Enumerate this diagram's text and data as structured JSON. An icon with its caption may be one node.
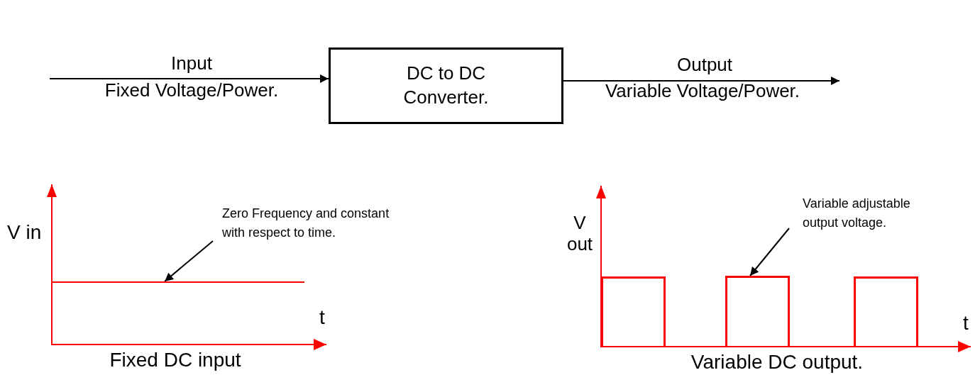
{
  "diagram": {
    "nodes": [
      {
        "text": [
          "DC to DC Converter."
        ]
      },
      {
        "text": [
          "Zero Frequency and constant with respect to time."
        ]
      },
      {
        "text": [],
        "shape": "line"
      },
      {
        "text": [
          "Variable adjustable output voltage."
        ]
      },
      {
        "text": [],
        "shape": "box"
      },
      {
        "text": [],
        "shape": "box"
      },
      {
        "text": [],
        "shape": "box"
      }
    ],
    "edges": [
      {
        "from": null,
        "to": 0,
        "arrow": "to"
      },
      {
        "from": 0,
        "to": null,
        "arrow": "to"
      },
      {
        "from": 1,
        "to": 2,
        "arrow": "to"
      },
      {
        "from": 3,
        "to": 5,
        "arrow": "to"
      }
    ],
    "labels": [
      "Input",
      "Fixed Voltage/Power.",
      "Output",
      "Variable Voltage/Power.",
      "V in",
      "t",
      "Fixed DC input",
      "V out",
      "t",
      "Variable DC output."
    ]
  }
}
